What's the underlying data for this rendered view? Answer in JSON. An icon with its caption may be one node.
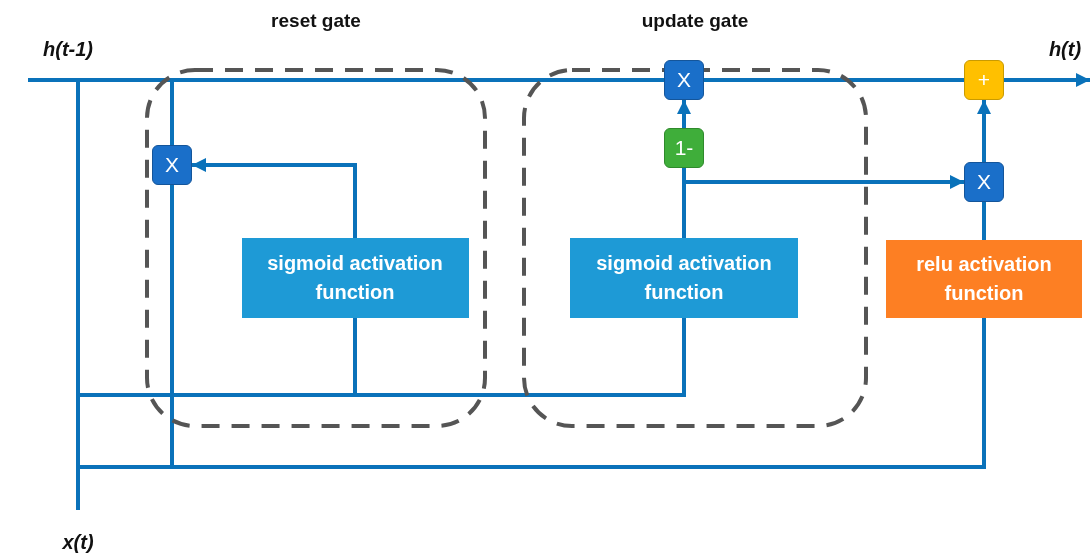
{
  "diagram": {
    "nodes": [
      {
        "text": [
          "h(t-1)"
        ]
      },
      {
        "text": [
          "reset gate"
        ]
      },
      {
        "text": [
          "update gate"
        ]
      },
      {
        "text": [
          "X"
        ],
        "in": 1
      },
      {
        "text": [
          "sigmoid activation function"
        ],
        "in": 1
      },
      {
        "text": [
          "X"
        ],
        "in": 2
      },
      {
        "text": [
          "1-"
        ],
        "in": 2
      },
      {
        "text": [
          "sigmoid activation function"
        ],
        "in": 2
      },
      {
        "text": [
          "+"
        ]
      },
      {
        "text": [
          "X"
        ]
      },
      {
        "text": [
          "relu activation function"
        ]
      },
      {
        "text": [
          "h(t)"
        ]
      },
      {
        "text": [
          "x(t)"
        ]
      }
    ],
    "edges": [
      {
        "from": 0,
        "to": 3,
        "arrow": "none"
      },
      {
        "from": 0,
        "to": 5,
        "arrow": "none"
      },
      {
        "from": 5,
        "to": 8,
        "arrow": "none"
      },
      {
        "from": 8,
        "to": 11,
        "arrow": "to"
      },
      {
        "from": 12,
        "to": 0,
        "arrow": "none"
      },
      {
        "from": 12,
        "to": 4,
        "arrow": "none"
      },
      {
        "from": 12,
        "to": 7,
        "arrow": "none"
      },
      {
        "from": 12,
        "to": 10,
        "arrow": "none"
      },
      {
        "from": 3,
        "to": 10,
        "arrow": "none"
      },
      {
        "from": 4,
        "to": 3,
        "arrow": "to"
      },
      {
        "from": 7,
        "to": 6,
        "arrow": "none"
      },
      {
        "from": 6,
        "to": 5,
        "arrow": "to"
      },
      {
        "from": 7,
        "to": 9,
        "arrow": "to"
      },
      {
        "from": 10,
        "to": 9,
        "arrow": "none"
      },
      {
        "from": 9,
        "to": 8,
        "arrow": "to"
      }
    ]
  }
}
